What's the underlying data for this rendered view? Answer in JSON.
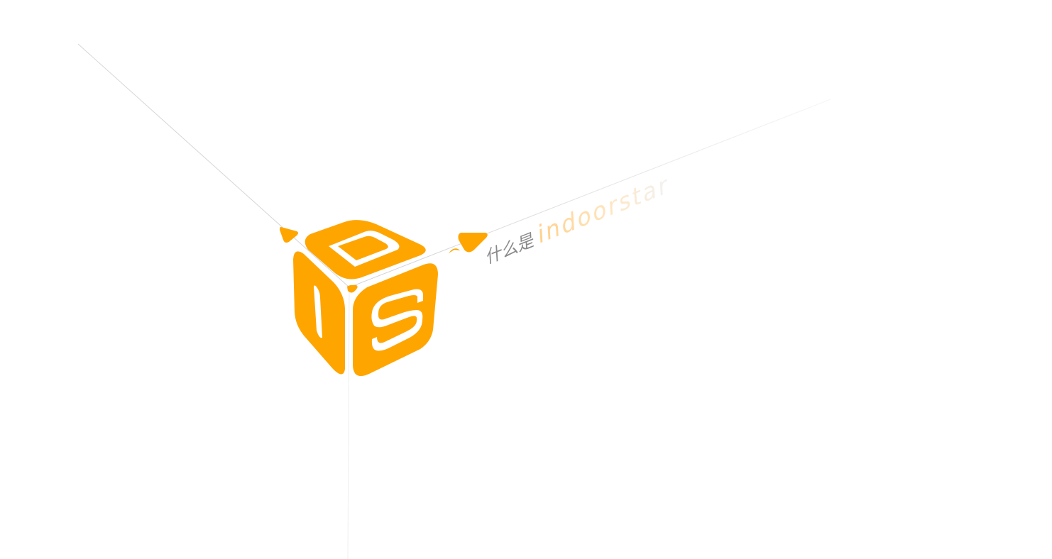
{
  "logo": {
    "letters": "ids",
    "brand_color": "#FFA500"
  },
  "tagline": {
    "prefix": "什么是",
    "brand": "indoorstar"
  },
  "colors": {
    "prefix_text": "#8a8a8a",
    "brand_text": "#FFD9A0",
    "line": "#dddddd"
  }
}
